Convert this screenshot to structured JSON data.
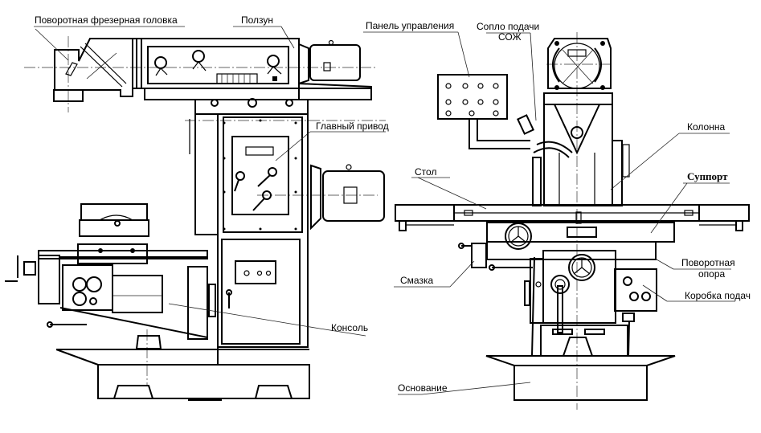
{
  "title": "Горизонтально-фрезерный станок — основные узлы",
  "views": [
    "side-view",
    "front-view"
  ],
  "labels": {
    "milling_head": "Поворотная фрезерная головка",
    "ram": "Ползун",
    "control_panel": "Панель управления",
    "coolant_nozzle_line1": "Сопло подачи",
    "coolant_nozzle_line2": "СОЖ",
    "main_drive": "Главный привод",
    "column": "Колонна",
    "table": "Стол",
    "saddle": "Суппорт",
    "swivel_support_line1": "Поворотная",
    "swivel_support_line2": "опора",
    "lubrication": "Смазка",
    "feed_box": "Коробка подач",
    "knee": "Консоль",
    "base": "Основание"
  }
}
